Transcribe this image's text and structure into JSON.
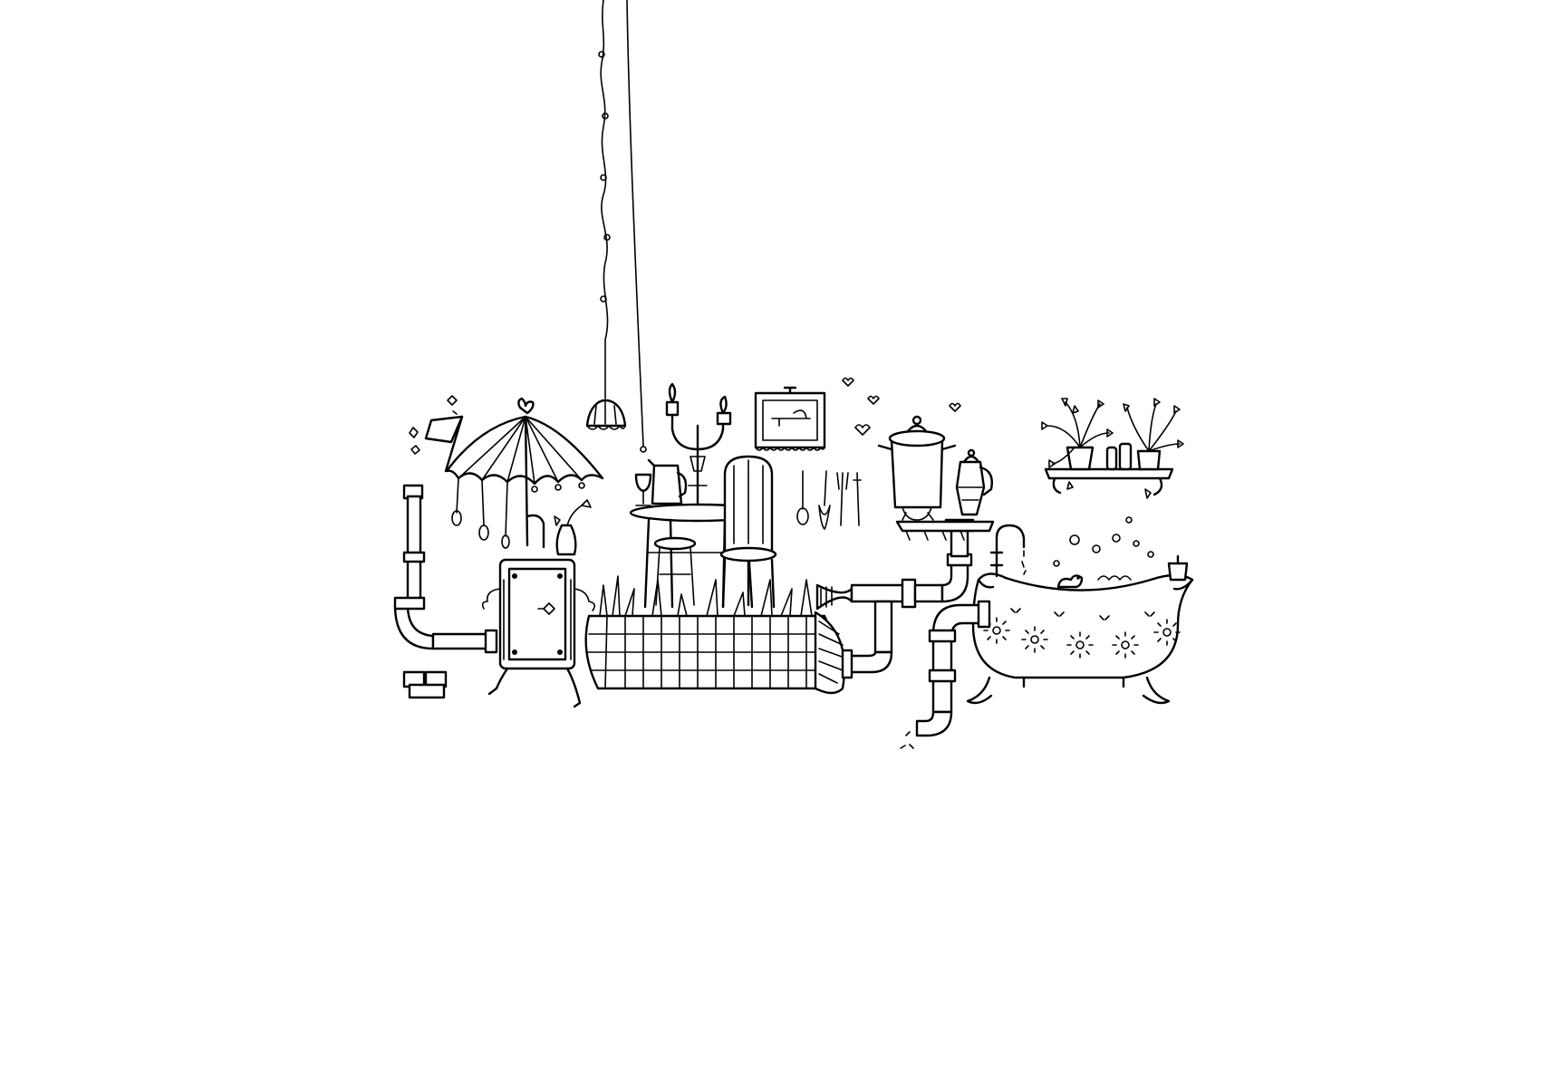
{
  "image": {
    "background_color": "#ffffff",
    "ink_color": "#000000",
    "style": "black line drawing on white"
  },
  "elements": [
    "hanging-pendant-lamp",
    "patio-umbrella",
    "flag",
    "candelabra",
    "framed-picture",
    "hanging-utensils",
    "cooking-pot",
    "kettle",
    "plant-shelf",
    "bathtub",
    "grass-planter",
    "radiator-stove",
    "pipe-system",
    "cafe-table",
    "chairs"
  ]
}
